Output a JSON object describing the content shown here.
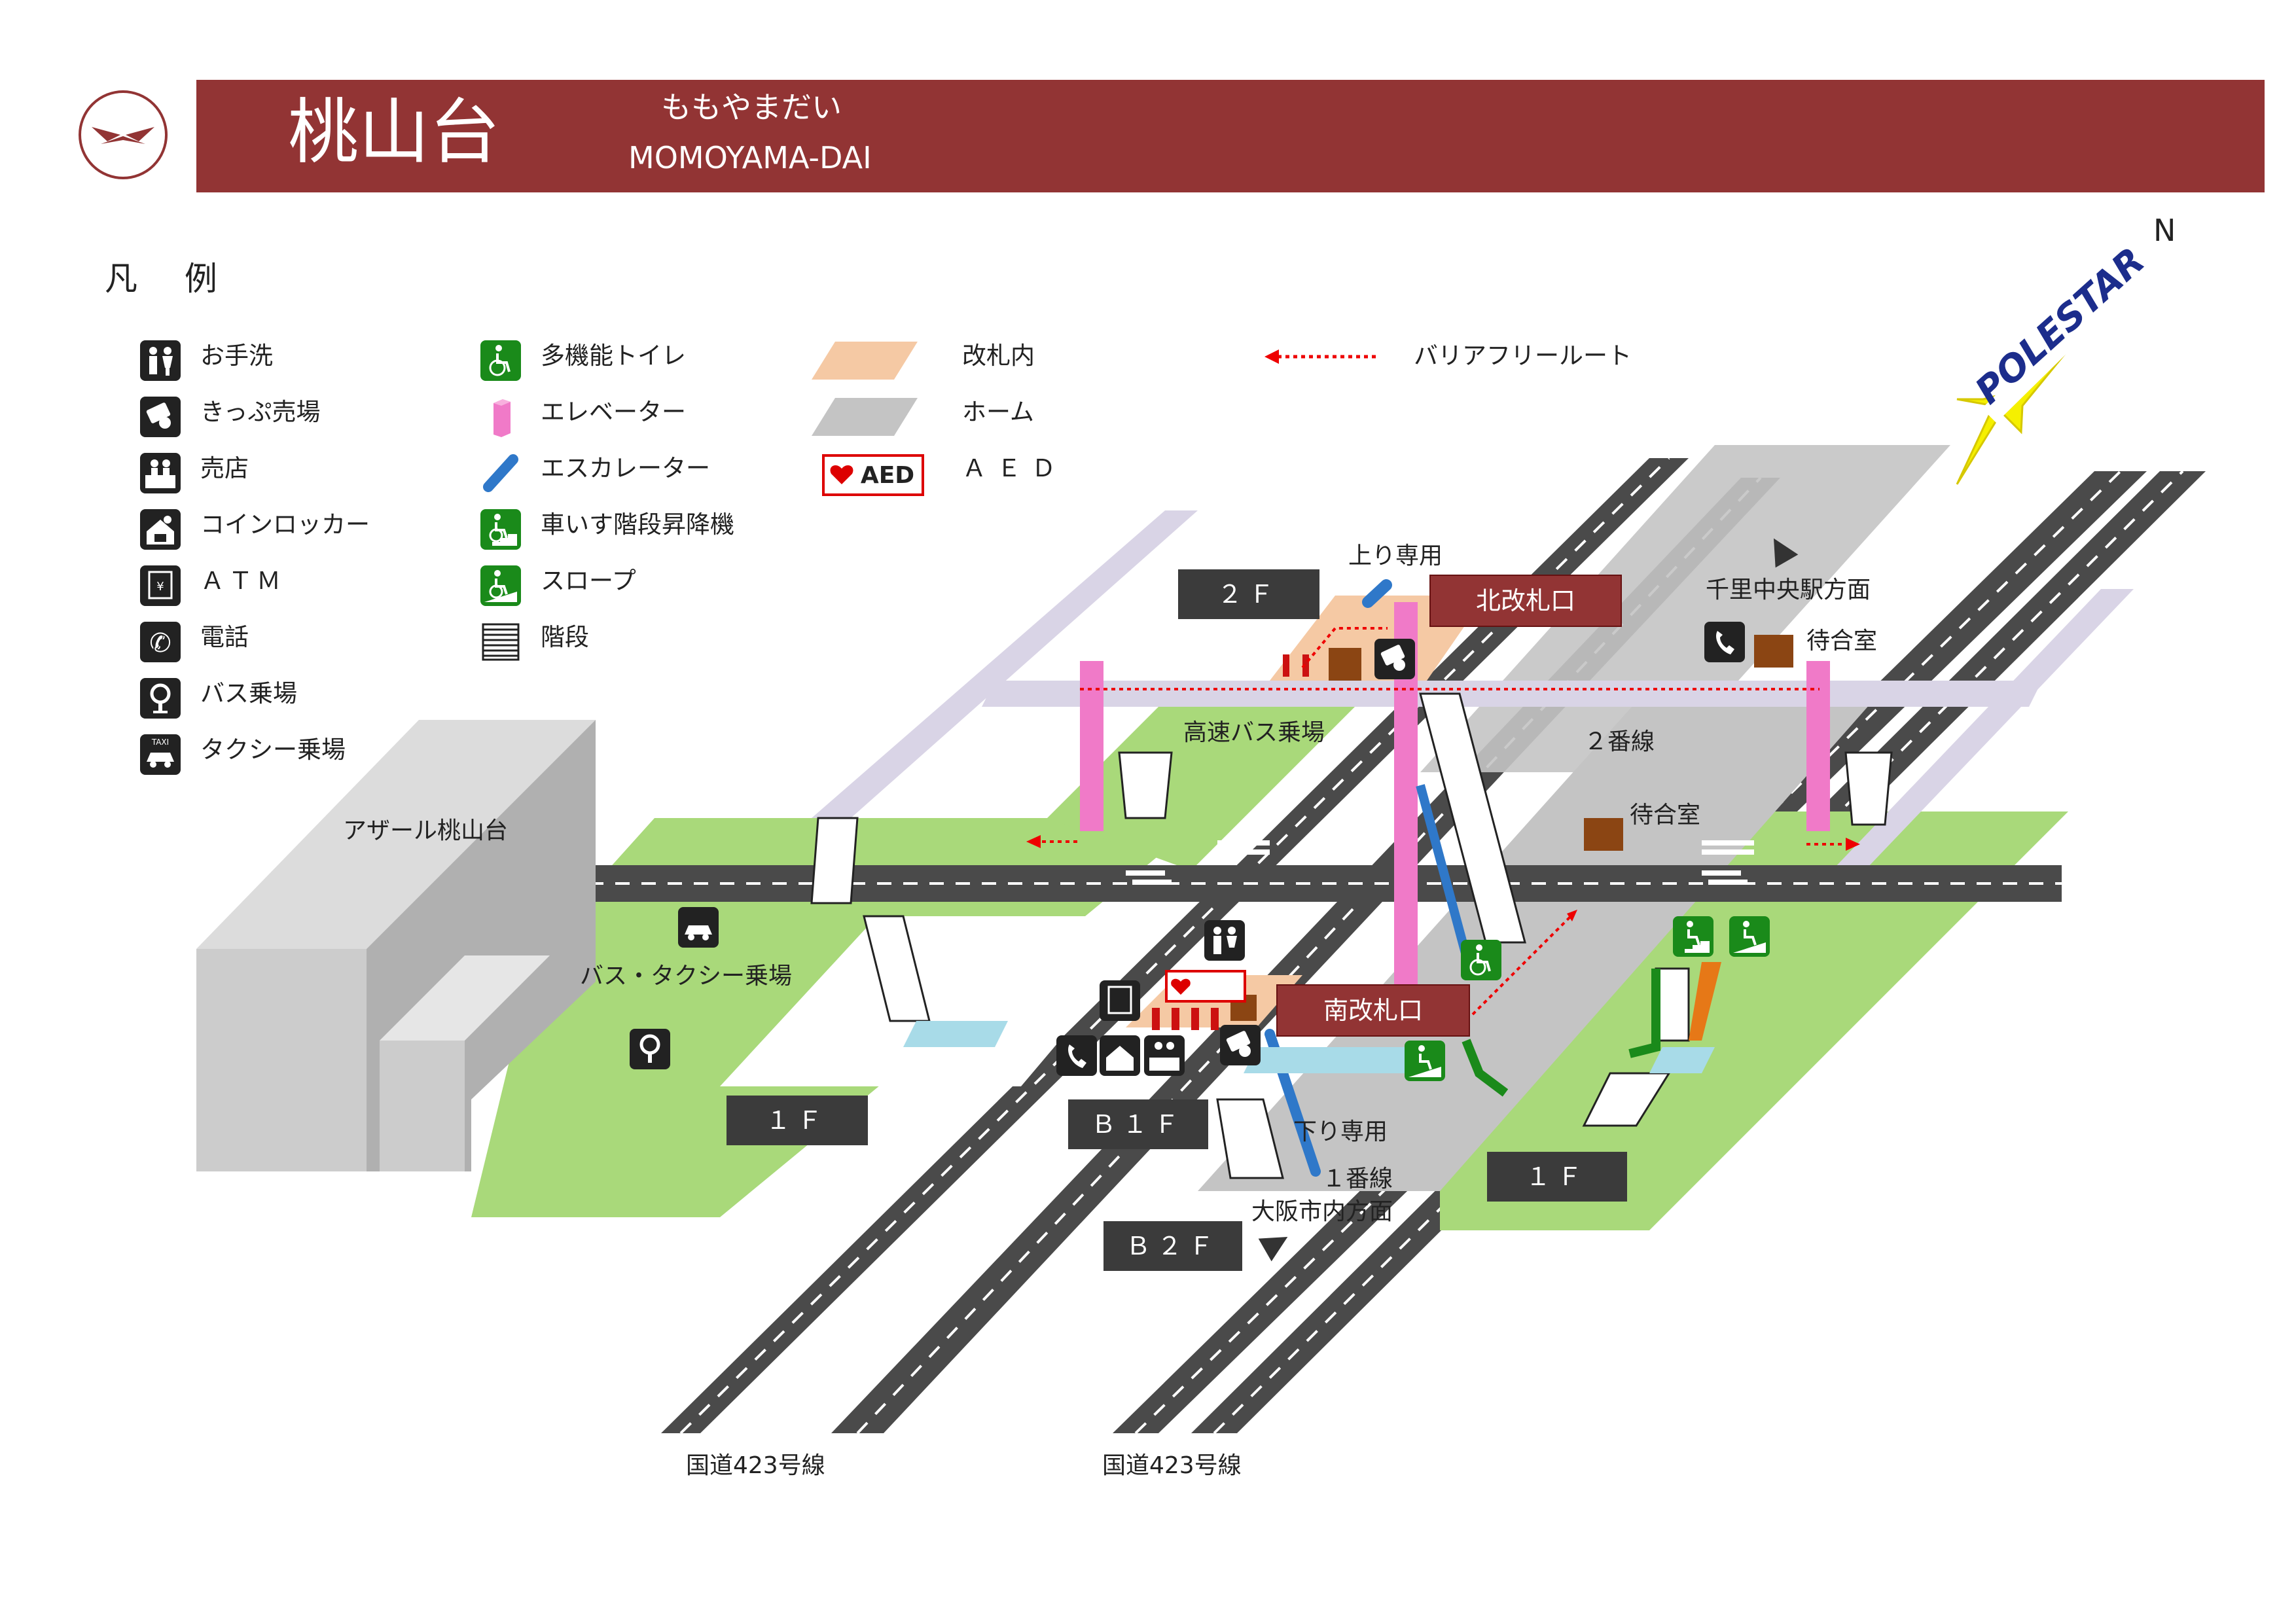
{
  "header": {
    "station_name": "桃山台",
    "station_kana": "ももやまだい",
    "station_roman": "MOMOYAMA-DAI"
  },
  "legend": {
    "title": "凡 例",
    "col1": [
      "お手洗",
      "きっぷ売場",
      "売店",
      "コインロッカー",
      "ＡＴＭ",
      "電話",
      "バス乗場",
      "タクシー乗場"
    ],
    "col2": [
      "多機能トイレ",
      "エレベーター",
      "エスカレーター",
      "車いす階段昇降機",
      "スロープ",
      "階段"
    ],
    "col3": [
      "改札内",
      "ホーム",
      "ＡＥＤ"
    ],
    "col4": [
      "バリアフリールート"
    ],
    "aed_badge": "AED",
    "atm_glyph": "¥",
    "phone_glyph": "✆",
    "taxi_glyph": "TAXI"
  },
  "compass": {
    "north": "N",
    "brand": "POLESTAR"
  },
  "floors": {
    "f2": "２Ｆ",
    "f1_left": "１Ｆ",
    "b1": "Ｂ１Ｆ",
    "b2": "Ｂ２Ｆ",
    "f1_right": "１Ｆ"
  },
  "gates": {
    "north": "北改札口",
    "south": "南改札口"
  },
  "labels": {
    "up_only": "上り専用",
    "down_only": "下り専用",
    "senri_dir": "千里中央駅方面",
    "osaka_dir": "大阪市内方面",
    "waiting_room_1": "待合室",
    "waiting_room_2": "待合室",
    "track_2": "２番線",
    "track_1": "１番線",
    "highway_bus": "高速バス乗場",
    "azar": "アザール桃山台",
    "bus_taxi": "バス・タクシー乗場",
    "route_left": "国道423号線",
    "route_right": "国道423号線"
  },
  "colors": {
    "header": "#923434",
    "ticket_area": "#f5c9a4",
    "platform": "#c4c4c4",
    "grass": "#a9d97a",
    "road": "#4a4a4a",
    "concourse": "#d9d4e6",
    "elevator": "#f07ac8",
    "escalator": "#2f78c9",
    "accessible": "#1a8a1a",
    "route": "#e00000"
  }
}
